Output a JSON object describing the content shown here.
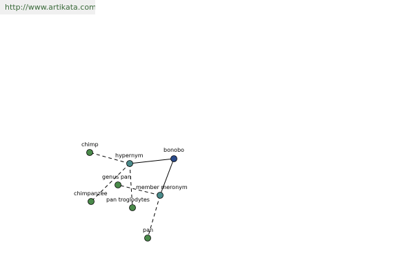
{
  "site": {
    "url": "http://www.artikata.com"
  },
  "diagram": {
    "colors": {
      "focus_node": "#2a4a8a",
      "relation_node": "#4a8a8a",
      "word_node": "#4a8a4a",
      "edge": "#000000"
    },
    "nodes": [
      {
        "id": "bonobo",
        "label": "bonobo",
        "kind": "focus"
      },
      {
        "id": "hypernym",
        "label": "hypernym",
        "kind": "relation"
      },
      {
        "id": "member_meronym",
        "label": "member meronym",
        "kind": "relation"
      },
      {
        "id": "chimp",
        "label": "chimp",
        "kind": "word"
      },
      {
        "id": "genus_pan",
        "label": "genus pan",
        "kind": "word"
      },
      {
        "id": "chimpanzee",
        "label": "chimpanzee",
        "kind": "word"
      },
      {
        "id": "pan_troglodytes",
        "label": "pan troglodytes",
        "kind": "word"
      },
      {
        "id": "pan",
        "label": "pan",
        "kind": "word"
      }
    ],
    "edges": [
      {
        "from": "bonobo",
        "to": "hypernym",
        "style": "solid"
      },
      {
        "from": "bonobo",
        "to": "member_meronym",
        "style": "solid"
      },
      {
        "from": "hypernym",
        "to": "chimp",
        "style": "dashed"
      },
      {
        "from": "hypernym",
        "to": "chimpanzee",
        "style": "dashed"
      },
      {
        "from": "hypernym",
        "to": "pan_troglodytes",
        "style": "dashed"
      },
      {
        "from": "member_meronym",
        "to": "genus_pan",
        "style": "dashed"
      },
      {
        "from": "member_meronym",
        "to": "pan",
        "style": "dashed"
      }
    ]
  }
}
